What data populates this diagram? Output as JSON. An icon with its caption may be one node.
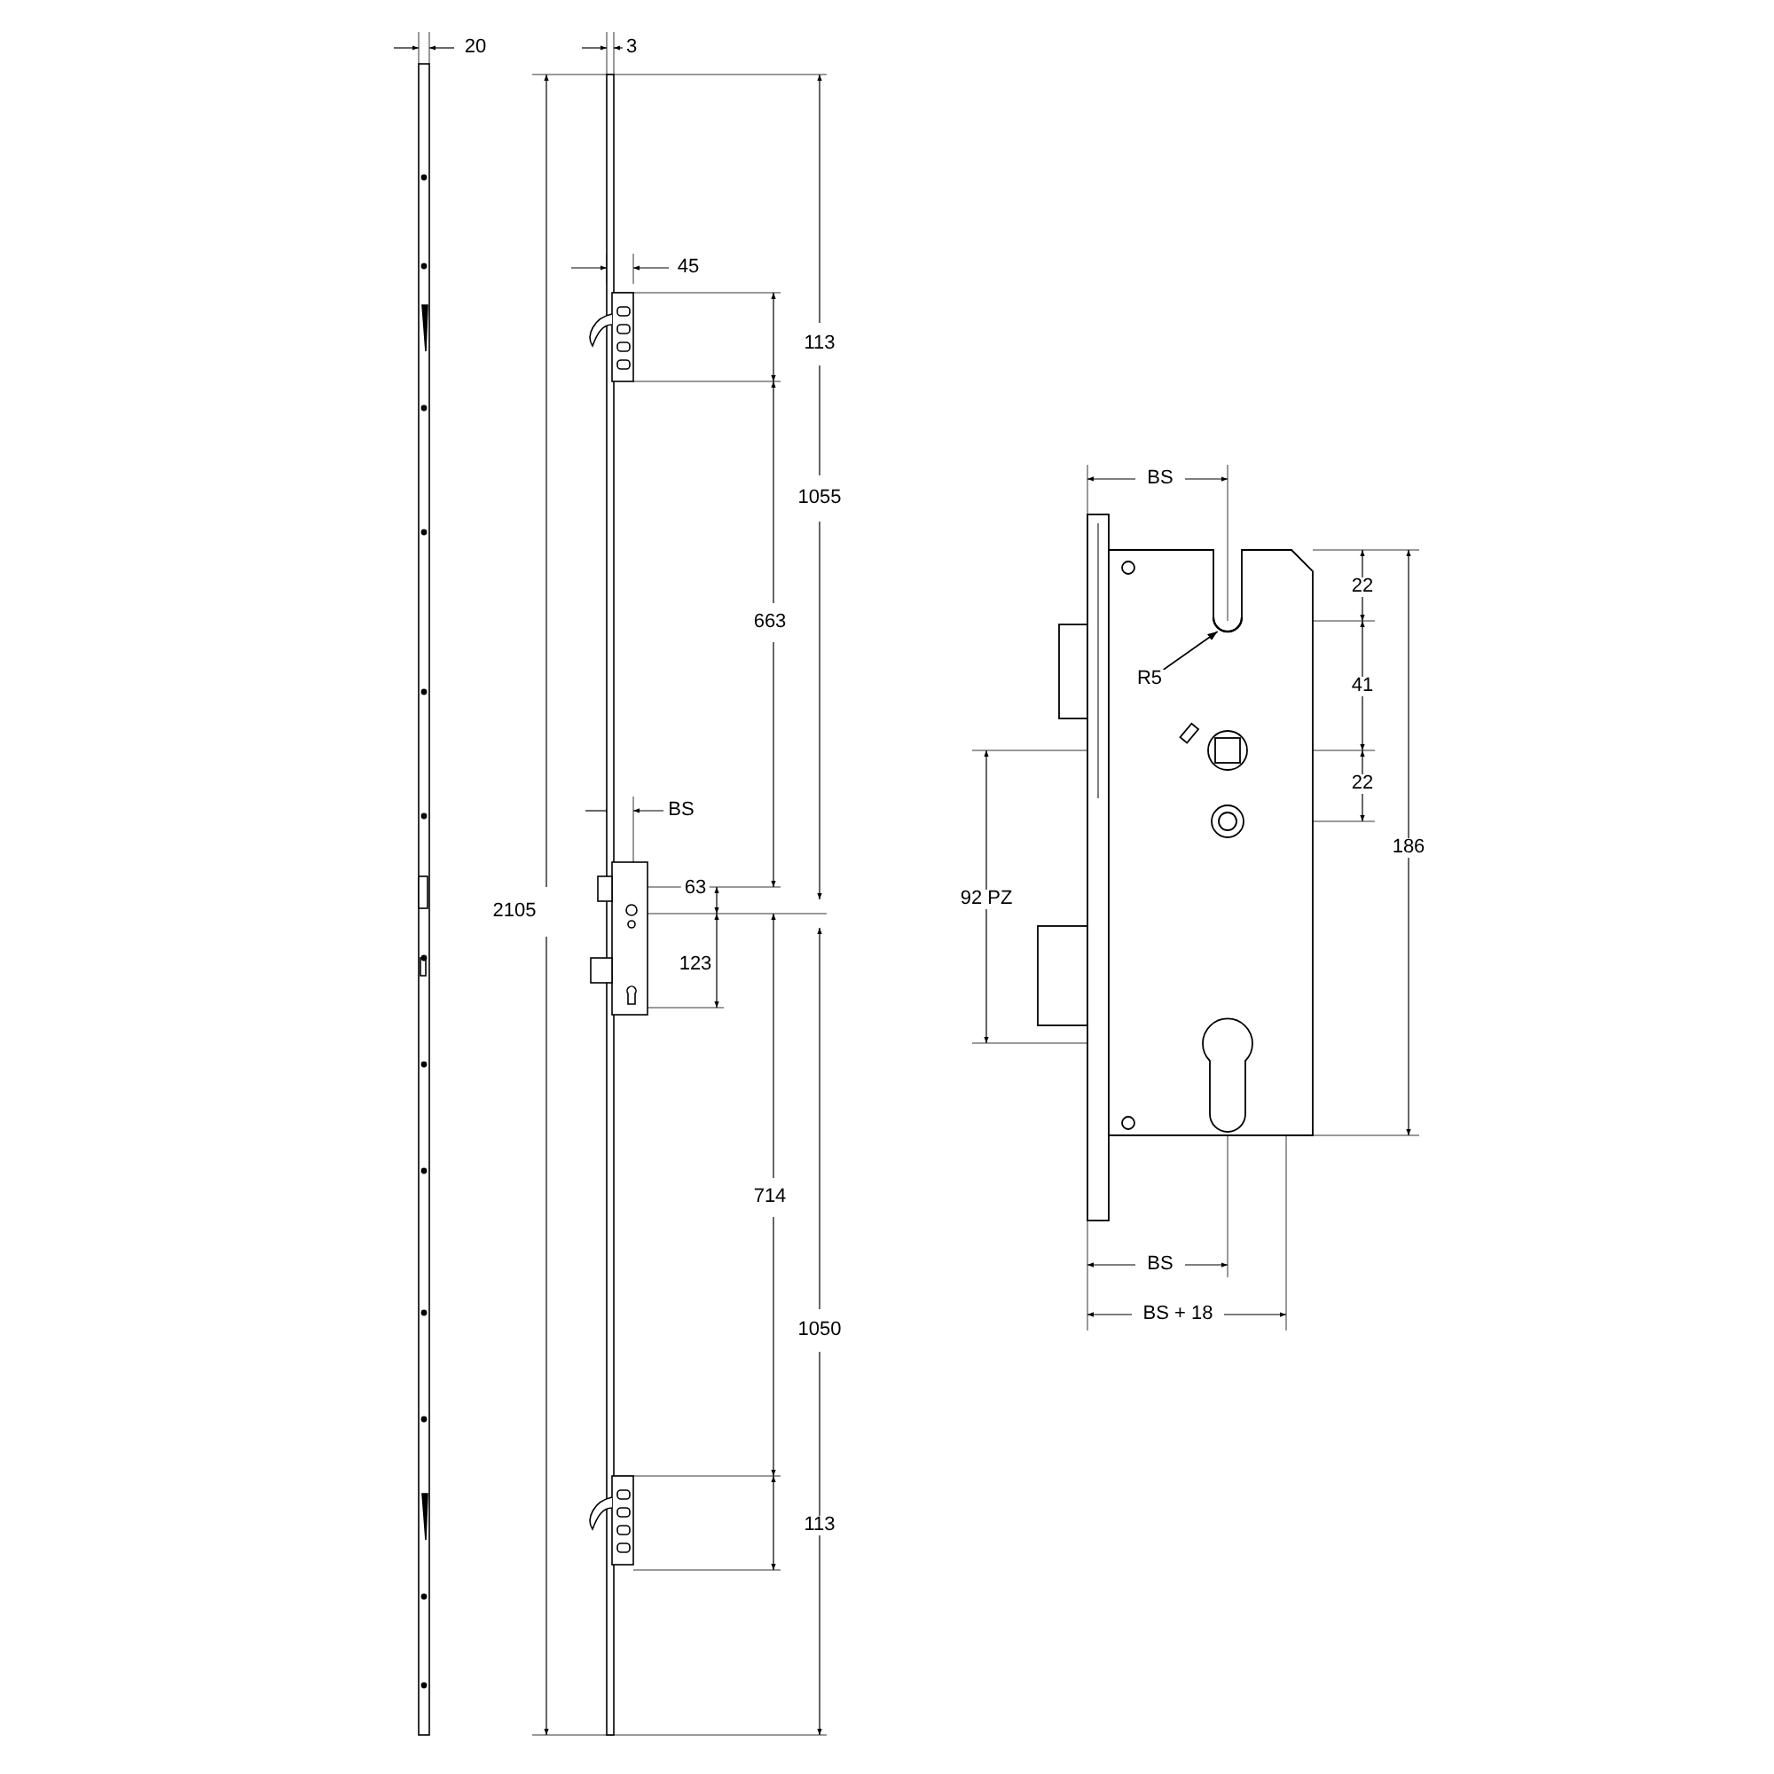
{
  "diagram": {
    "nodes": [
      {
        "text": [
          "R5"
        ]
      },
      {
        "text": [],
        "shape": "arc"
      }
    ],
    "edges": [
      {
        "from": 0,
        "to": 1,
        "arrow": "to"
      }
    ],
    "labels": [
      "20",
      "3",
      "45",
      "113",
      "1055",
      "663",
      "BS",
      "63",
      "2105",
      "123",
      "714",
      "1050",
      "113",
      "BS",
      "22",
      "41",
      "22",
      "186",
      "92 PZ",
      "BS",
      "BS + 18"
    ]
  }
}
